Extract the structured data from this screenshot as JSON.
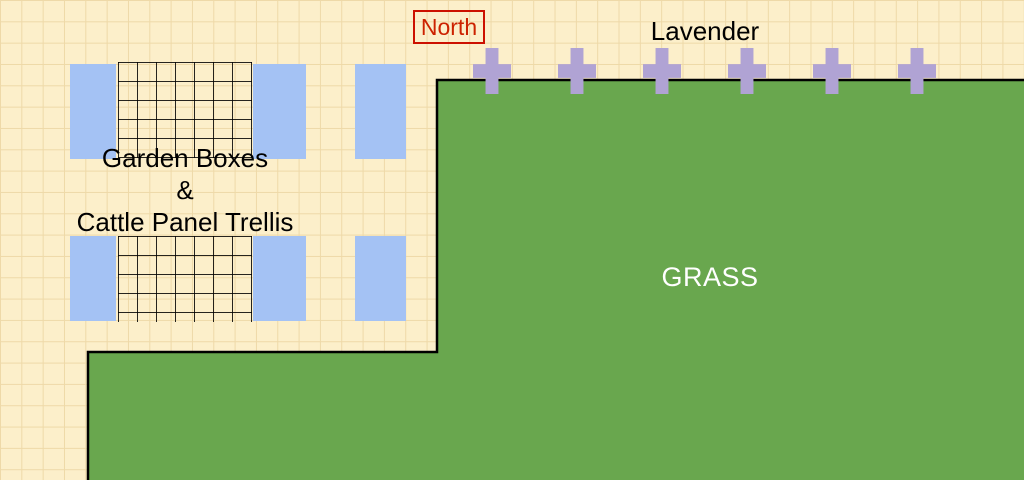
{
  "drawing": {
    "type": "garden-plan-diagram",
    "labels": {
      "north": "North",
      "lavender": "Lavender",
      "grass": "GRASS",
      "garden_line1": "Garden Boxes",
      "garden_line2": "&",
      "garden_line3": "Cattle Panel Trellis"
    },
    "colors": {
      "background_cream": "#fcefca",
      "grid_line": "#eed9a8",
      "grass_green": "#69a74e",
      "garden_box_blue": "#a4c2f4",
      "lavender_purple": "#b0a3d4",
      "north_red": "#cc1100",
      "outline_black": "#000000",
      "grass_label_white": "#ffffff"
    },
    "elements": {
      "lavender_plant_count": 6,
      "garden_box_rows": 2,
      "blue_boxes_per_row": 3,
      "trellis_panel_count": 2,
      "grass_shape": "L-shaped polygon with black outline"
    }
  }
}
